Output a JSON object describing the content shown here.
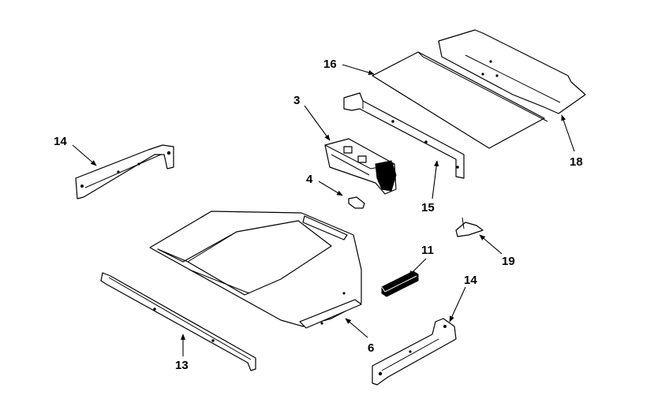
{
  "callouts": {
    "c16": "16",
    "c3": "3",
    "c14_left": "14",
    "c4": "4",
    "c15": "15",
    "c18": "18",
    "c11": "11",
    "c19": "19",
    "c14_right": "14",
    "c6": "6",
    "c13": "13"
  },
  "colors": {
    "line": "#000000",
    "background": "#ffffff"
  }
}
